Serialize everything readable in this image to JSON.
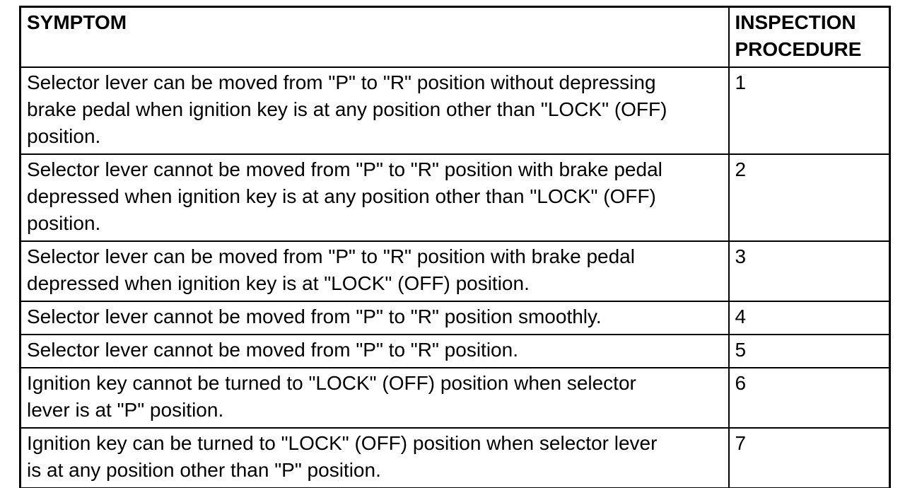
{
  "table": {
    "headers": {
      "symptom": "SYMPTOM",
      "inspection_procedure": "INSPECTION\nPROCEDURE"
    },
    "rows": [
      {
        "symptom": "Selector lever can be moved from \"P\" to \"R\" position without depressing\nbrake pedal when ignition key is at any position other than \"LOCK\" (OFF)\nposition.",
        "procedure": "1"
      },
      {
        "symptom": "Selector lever cannot be moved from \"P\" to \"R\" position with brake pedal\ndepressed when ignition key is at any position other than \"LOCK\" (OFF)\nposition.",
        "procedure": "2"
      },
      {
        "symptom": "Selector lever can be moved from \"P\" to \"R\" position with brake pedal\ndepressed when ignition key is at \"LOCK\" (OFF) position.",
        "procedure": "3"
      },
      {
        "symptom": "Selector lever cannot be moved from \"P\" to \"R\" position smoothly.",
        "procedure": "4"
      },
      {
        "symptom": "Selector lever cannot be moved from \"P\" to \"R\" position.",
        "procedure": "5"
      },
      {
        "symptom": "Ignition key cannot be turned to \"LOCK\" (OFF) position when selector\nlever is at \"P\" position.",
        "procedure": "6"
      },
      {
        "symptom": "Ignition key can be turned to \"LOCK\" (OFF) position when selector lever\nis at any position other than \"P\" position.",
        "procedure": "7"
      }
    ],
    "colors": {
      "border": "#000000",
      "text": "#000000",
      "background": "#ffffff"
    }
  }
}
